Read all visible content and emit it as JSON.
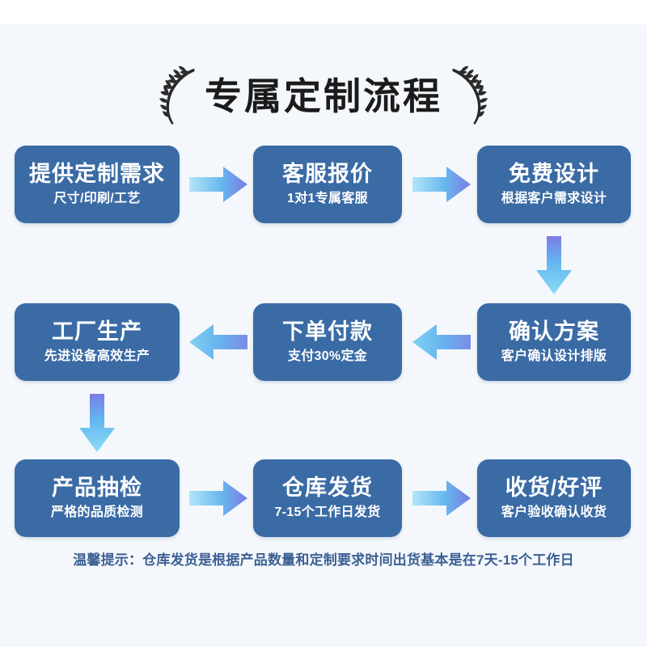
{
  "header": {
    "title": "专属定制流程",
    "left_ornament": "laurel-branch-left",
    "right_ornament": "laurel-branch-right"
  },
  "colors": {
    "page_background": "#f4f8fc",
    "top_strip": "#ffffff",
    "box_fill": "#3a6ba5",
    "box_text": "#ffffff",
    "title_text": "#1b1b1b",
    "footer_text": "#3c5f93",
    "arrow_gradient_start": "#a8e3f7",
    "arrow_gradient_end": "#6f7de0"
  },
  "flow": {
    "rows": [
      {
        "direction": "left-to-right",
        "steps": [
          {
            "index": 1,
            "title": "提供定制需求",
            "sub": "尺寸/印刷/工艺"
          },
          {
            "index": 2,
            "title": "客服报价",
            "sub": "1对1专属客服"
          },
          {
            "index": 3,
            "title": "免费设计",
            "sub": "根据客户需求设计"
          }
        ],
        "arrows": [
          {
            "name": "arrow-right-1",
            "glyph": "arrow-right-icon"
          },
          {
            "name": "arrow-right-2",
            "glyph": "arrow-right-icon"
          }
        ]
      },
      {
        "direction": "right-to-left",
        "steps": [
          {
            "index": 6,
            "title": "工厂生产",
            "sub": "先进设备高效生产"
          },
          {
            "index": 5,
            "title": "下单付款",
            "sub": "支付30%定金"
          },
          {
            "index": 4,
            "title": "确认方案",
            "sub": "客户确认设计排版"
          }
        ],
        "arrows": [
          {
            "name": "arrow-left-1",
            "glyph": "arrow-left-icon"
          },
          {
            "name": "arrow-left-2",
            "glyph": "arrow-left-icon"
          }
        ]
      },
      {
        "direction": "left-to-right",
        "steps": [
          {
            "index": 7,
            "title": "产品抽检",
            "sub": "严格的品质检测"
          },
          {
            "index": 8,
            "title": "仓库发货",
            "sub": "7-15个工作日发货"
          },
          {
            "index": 9,
            "title": "收货/好评",
            "sub": "客户验收确认收货"
          }
        ],
        "arrows": [
          {
            "name": "arrow-right-3",
            "glyph": "arrow-right-icon"
          },
          {
            "name": "arrow-right-4",
            "glyph": "arrow-right-icon"
          }
        ]
      }
    ],
    "connectors": [
      {
        "name": "connector-row1-to-row2",
        "glyph": "arrow-down-icon",
        "side": "right"
      },
      {
        "name": "connector-row2-to-row3",
        "glyph": "arrow-down-icon",
        "side": "left"
      }
    ]
  },
  "footer": {
    "note": "温馨提示：仓库发货是根据产品数量和定制要求时间出货基本是在7天-15个工作日"
  }
}
